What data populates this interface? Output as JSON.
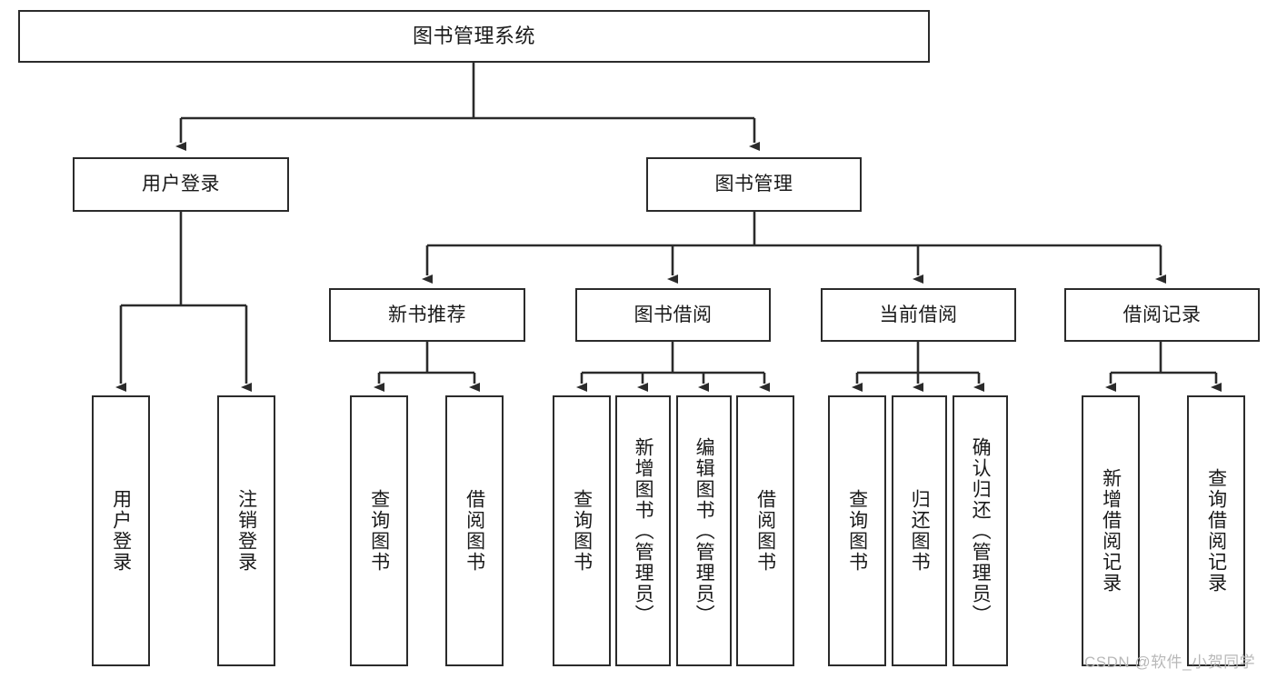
{
  "diagram": {
    "title": "图书管理系统",
    "type": "tree-hierarchy",
    "root": {
      "label": "图书管理系统"
    },
    "level2": [
      {
        "label": "用户登录"
      },
      {
        "label": "图书管理"
      }
    ],
    "level3": [
      {
        "label": "新书推荐"
      },
      {
        "label": "图书借阅"
      },
      {
        "label": "当前借阅"
      },
      {
        "label": "借阅记录"
      }
    ],
    "leaves": {
      "user_login": [
        {
          "label": "用户登录"
        },
        {
          "label": "注销登录"
        }
      ],
      "new_book_recommend": [
        {
          "label": "查询图书"
        },
        {
          "label": "借阅图书"
        }
      ],
      "book_borrow": [
        {
          "label": "查询图书"
        },
        {
          "label": "新增图书（管理员）"
        },
        {
          "label": "编辑图书（管理员）"
        },
        {
          "label": "借阅图书"
        }
      ],
      "current_borrow": [
        {
          "label": "查询图书"
        },
        {
          "label": "归还图书"
        },
        {
          "label": "确认归还（管理员）"
        }
      ],
      "borrow_record": [
        {
          "label": "新增借阅记录"
        },
        {
          "label": "查询借阅记录"
        }
      ]
    }
  },
  "watermark": {
    "text": "CSDN @软件_小贺同学"
  },
  "colors": {
    "border": "#2b2b2b",
    "background": "#ffffff",
    "text": "#1a1a1a",
    "watermark": "#b8b8b8"
  }
}
